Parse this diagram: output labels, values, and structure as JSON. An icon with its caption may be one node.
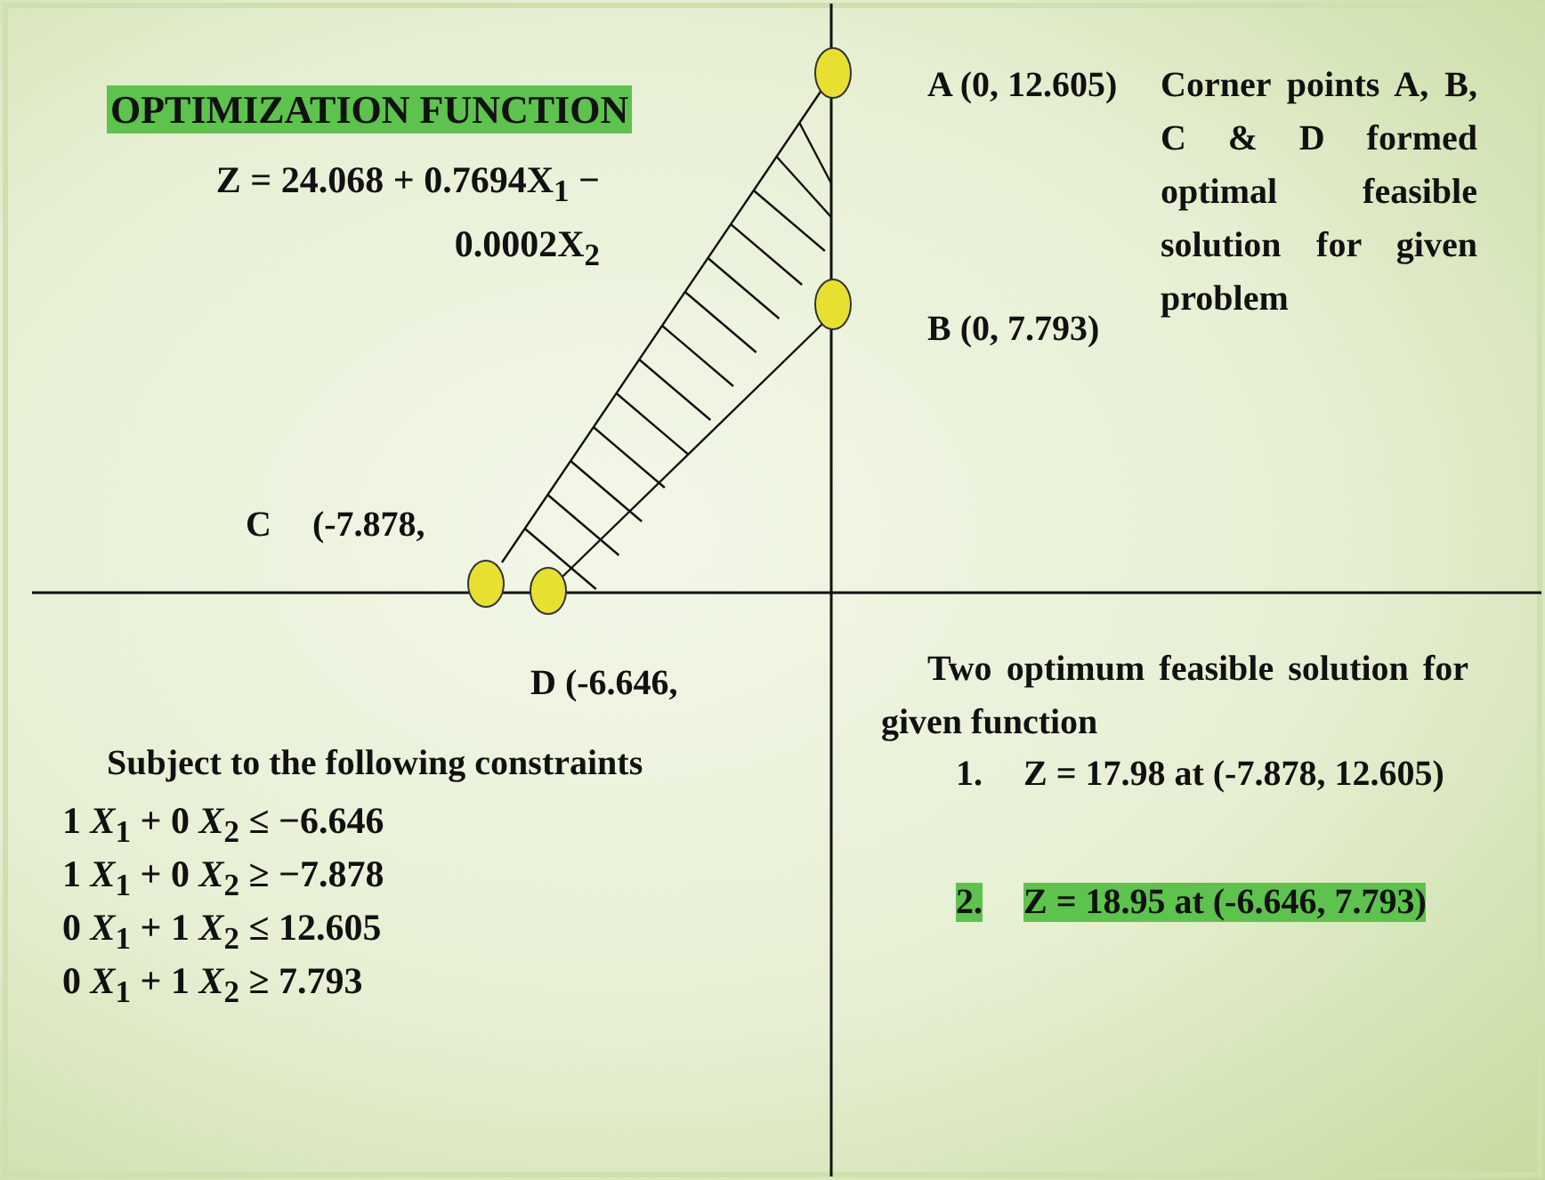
{
  "diagram": {
    "labels": [
      "OPTIMIZATION FUNCTION",
      "Z = 24.068 + 0.7694X$_{1}$ − 0.0002X$_{2}$",
      "A (0, 12.605)",
      "Corner points A, B, C & D formed optimal feasible solution for given problem",
      "B (0, 7.793)",
      "C (-7.878,",
      "D (-6.646,",
      "Two optimum feasible solution for given function",
      "Subject to the following constraints",
      "1 *X*$_{1}$ + 0 *X*$_{2}$ ≤ −6.646",
      "1 *X*$_{1}$ + 0 *X*$_{2}$ ≥ −7.878",
      "0 *X*$_{1}$ + 1 *X*$_{2}$ ≤ 12.605",
      "0 *X*$_{1}$ + 1 *X*$_{2}$ ≥ 7.793",
      "1.",
      "Z = 17.98 at (-7.878, 12.605)",
      "2.",
      "Z = 18.95 at (-6.646, 7.793)"
    ]
  }
}
